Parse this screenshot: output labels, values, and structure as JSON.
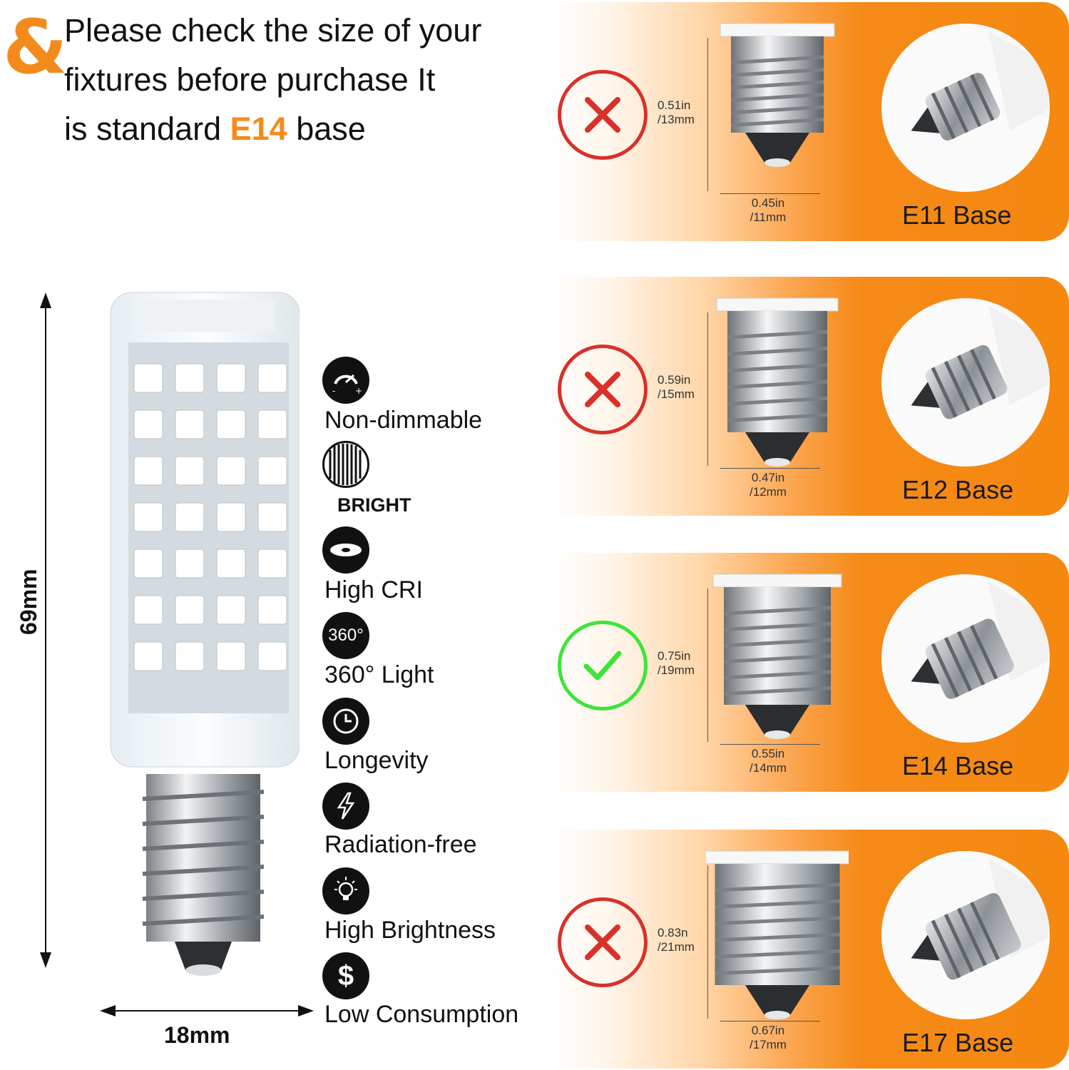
{
  "header": {
    "ampersand": "&",
    "line1": "Please check the size of your",
    "line2": "fixtures before purchase It",
    "line3_pre": "is standard ",
    "line3_em": "E14",
    "line3_post": " base"
  },
  "bulb": {
    "height_label": "69mm",
    "width_label": "18mm"
  },
  "features": [
    {
      "icon": "dimmer-icon",
      "label": "Non-dimmable"
    },
    {
      "icon": "bright-stripes-icon",
      "label": "BRIGHT"
    },
    {
      "icon": "cri-eye-icon",
      "label": "High CRI"
    },
    {
      "icon": "360-icon",
      "icon_text": "360°",
      "label": "360° Light"
    },
    {
      "icon": "clock-icon",
      "label": "Longevity"
    },
    {
      "icon": "lightning-icon",
      "label": "Radiation-free"
    },
    {
      "icon": "bulb-icon",
      "label": "High Brightness"
    },
    {
      "icon": "dollar-icon",
      "icon_text": "$",
      "label": "Low Consumption"
    }
  ],
  "bases": [
    {
      "name": "E11 Base",
      "status": "incompatible",
      "height_in": "0.51in",
      "height_mm": "/13mm",
      "width_in": "0.45in",
      "width_mm": "/11mm"
    },
    {
      "name": "E12 Base",
      "status": "incompatible",
      "height_in": "0.59in",
      "height_mm": "/15mm",
      "width_in": "0.47in",
      "width_mm": "/12mm"
    },
    {
      "name": "E14 Base",
      "status": "compatible",
      "height_in": "0.75in",
      "height_mm": "/19mm",
      "width_in": "0.55in",
      "width_mm": "/14mm"
    },
    {
      "name": "E17 Base",
      "status": "incompatible",
      "height_in": "0.83n",
      "height_mm": "/21mm",
      "width_in": "0.67in",
      "width_mm": "/17mm"
    }
  ],
  "colors": {
    "accent": "#f38b1c",
    "cross": "#d8312a",
    "check": "#3ee43a"
  }
}
